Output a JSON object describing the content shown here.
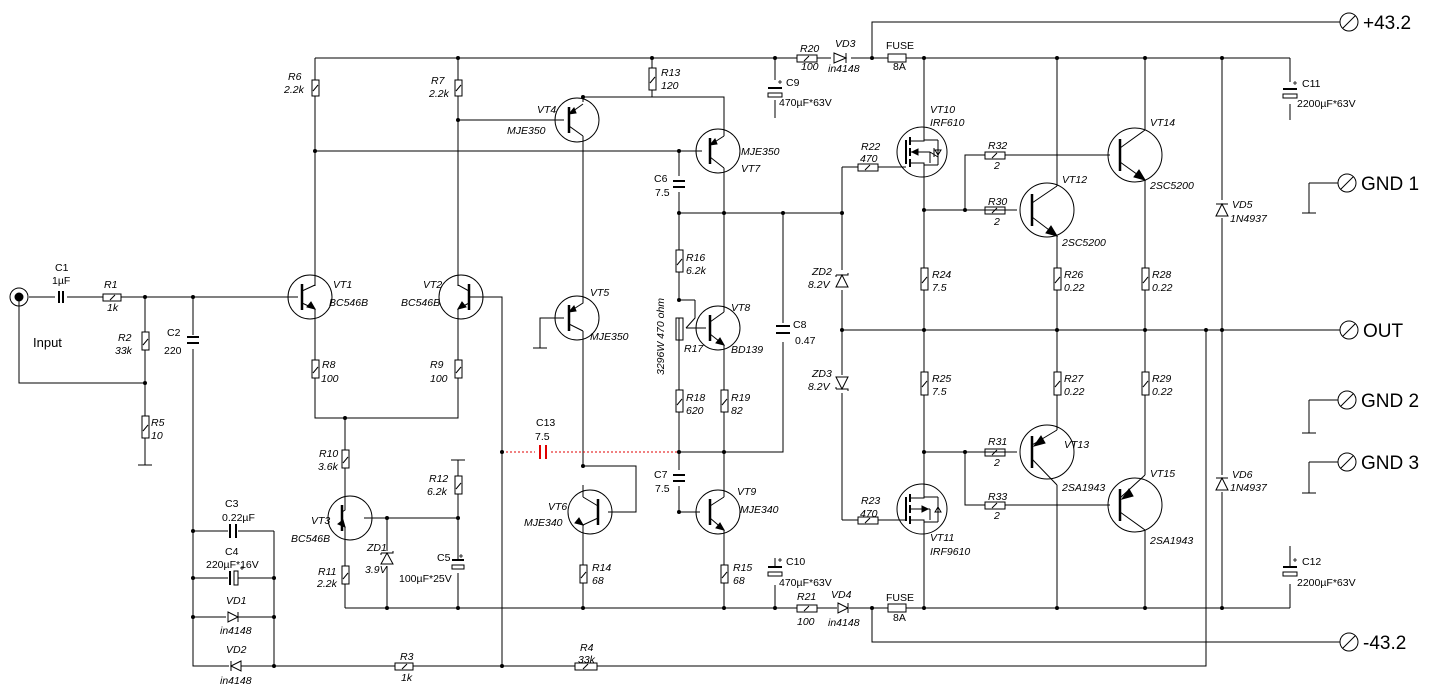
{
  "terminals": {
    "vplus": "+43.2",
    "out": "OUT",
    "vminus": "-43.2",
    "gnd1": "GND 1",
    "gnd2": "GND 2",
    "gnd3": "GND 3",
    "input": "Input"
  },
  "c1": {
    "ref": "C1",
    "val": "1µF"
  },
  "c2": {
    "ref": "C2",
    "val": "220"
  },
  "c3": {
    "ref": "C3",
    "val": "0.22µF"
  },
  "c4": {
    "ref": "C4",
    "val": "220µF*16V"
  },
  "c5": {
    "ref": "C5",
    "val": "100µF*25V"
  },
  "c6": {
    "ref": "C6",
    "val": "7.5"
  },
  "c7": {
    "ref": "C7",
    "val": "7.5"
  },
  "c8": {
    "ref": "C8",
    "val": "0.47"
  },
  "c9": {
    "ref": "C9",
    "val": "470µF*63V"
  },
  "c10": {
    "ref": "C10",
    "val": "470µF*63V"
  },
  "c11": {
    "ref": "C11",
    "val": "2200µF*63V"
  },
  "c12": {
    "ref": "C12",
    "val": "2200µF*63V"
  },
  "c13": {
    "ref": "C13",
    "val": "7.5"
  },
  "r1": {
    "ref": "R1",
    "val": "1k"
  },
  "r2": {
    "ref": "R2",
    "val": "33k"
  },
  "r3": {
    "ref": "R3",
    "val": "1k"
  },
  "r4": {
    "ref": "R4",
    "val": "33k"
  },
  "r5": {
    "ref": "R5",
    "val": "10"
  },
  "r6": {
    "ref": "R6",
    "val": "2.2k"
  },
  "r7": {
    "ref": "R7",
    "val": "2.2k"
  },
  "r8": {
    "ref": "R8",
    "val": "100"
  },
  "r9": {
    "ref": "R9",
    "val": "100"
  },
  "r10": {
    "ref": "R10",
    "val": "3.6k"
  },
  "r11": {
    "ref": "R11",
    "val": "2.2k"
  },
  "r12": {
    "ref": "R12",
    "val": "6.2k"
  },
  "r13": {
    "ref": "R13",
    "val": "120"
  },
  "r14": {
    "ref": "R14",
    "val": "68"
  },
  "r15": {
    "ref": "R15",
    "val": "68"
  },
  "r16": {
    "ref": "R16",
    "val": "6.2k"
  },
  "r17": {
    "ref": "R17",
    "val": "3296W 470 ohm"
  },
  "r18": {
    "ref": "R18",
    "val": "620"
  },
  "r19": {
    "ref": "R19",
    "val": "82"
  },
  "r20": {
    "ref": "R20",
    "val": "100"
  },
  "r21": {
    "ref": "R21",
    "val": "100"
  },
  "r22": {
    "ref": "R22",
    "val": "470"
  },
  "r23": {
    "ref": "R23",
    "val": "470"
  },
  "r24": {
    "ref": "R24",
    "val": "7.5"
  },
  "r25": {
    "ref": "R25",
    "val": "7.5"
  },
  "r26": {
    "ref": "R26",
    "val": "0.22"
  },
  "r27": {
    "ref": "R27",
    "val": "0.22"
  },
  "r28": {
    "ref": "R28",
    "val": "0.22"
  },
  "r29": {
    "ref": "R29",
    "val": "0.22"
  },
  "r30": {
    "ref": "R30",
    "val": "2"
  },
  "r31": {
    "ref": "R31",
    "val": "2"
  },
  "r32": {
    "ref": "R32",
    "val": "2"
  },
  "r33": {
    "ref": "R33",
    "val": "2"
  },
  "vt1": {
    "ref": "VT1",
    "val": "BC546B"
  },
  "vt2": {
    "ref": "VT2",
    "val": "BC546B"
  },
  "vt3": {
    "ref": "VT3",
    "val": "BC546B"
  },
  "vt4": {
    "ref": "VT4",
    "val": "MJE350"
  },
  "vt5": {
    "ref": "VT5",
    "val": "MJE350"
  },
  "vt6": {
    "ref": "VT6",
    "val": "MJE340"
  },
  "vt7": {
    "ref": "VT7",
    "val": "MJE350"
  },
  "vt8": {
    "ref": "VT8",
    "val": "BD139"
  },
  "vt9": {
    "ref": "VT9",
    "val": "MJE340"
  },
  "vt10": {
    "ref": "VT10",
    "val": "IRF610"
  },
  "vt11": {
    "ref": "VT11",
    "val": "IRF9610"
  },
  "vt12": {
    "ref": "VT12",
    "val": "2SC5200"
  },
  "vt13": {
    "ref": "VT13",
    "val": "2SA1943"
  },
  "vt14": {
    "ref": "VT14",
    "val": "2SC5200"
  },
  "vt15": {
    "ref": "VT15",
    "val": "2SA1943"
  },
  "zd1": {
    "ref": "ZD1",
    "val": "3.9V"
  },
  "zd2": {
    "ref": "ZD2",
    "val": "8.2V"
  },
  "zd3": {
    "ref": "ZD3",
    "val": "8.2V"
  },
  "vd1": {
    "ref": "VD1",
    "val": "in4148"
  },
  "vd2": {
    "ref": "VD2",
    "val": "in4148"
  },
  "vd3": {
    "ref": "VD3",
    "val": "in4148"
  },
  "vd4": {
    "ref": "VD4",
    "val": "in4148"
  },
  "vd5": {
    "ref": "VD5",
    "val": "1N4937"
  },
  "vd6": {
    "ref": "VD6",
    "val": "1N4937"
  },
  "fuse1": {
    "ref": "FUSE",
    "val": "8A"
  },
  "fuse2": {
    "ref": "FUSE",
    "val": "8A"
  }
}
